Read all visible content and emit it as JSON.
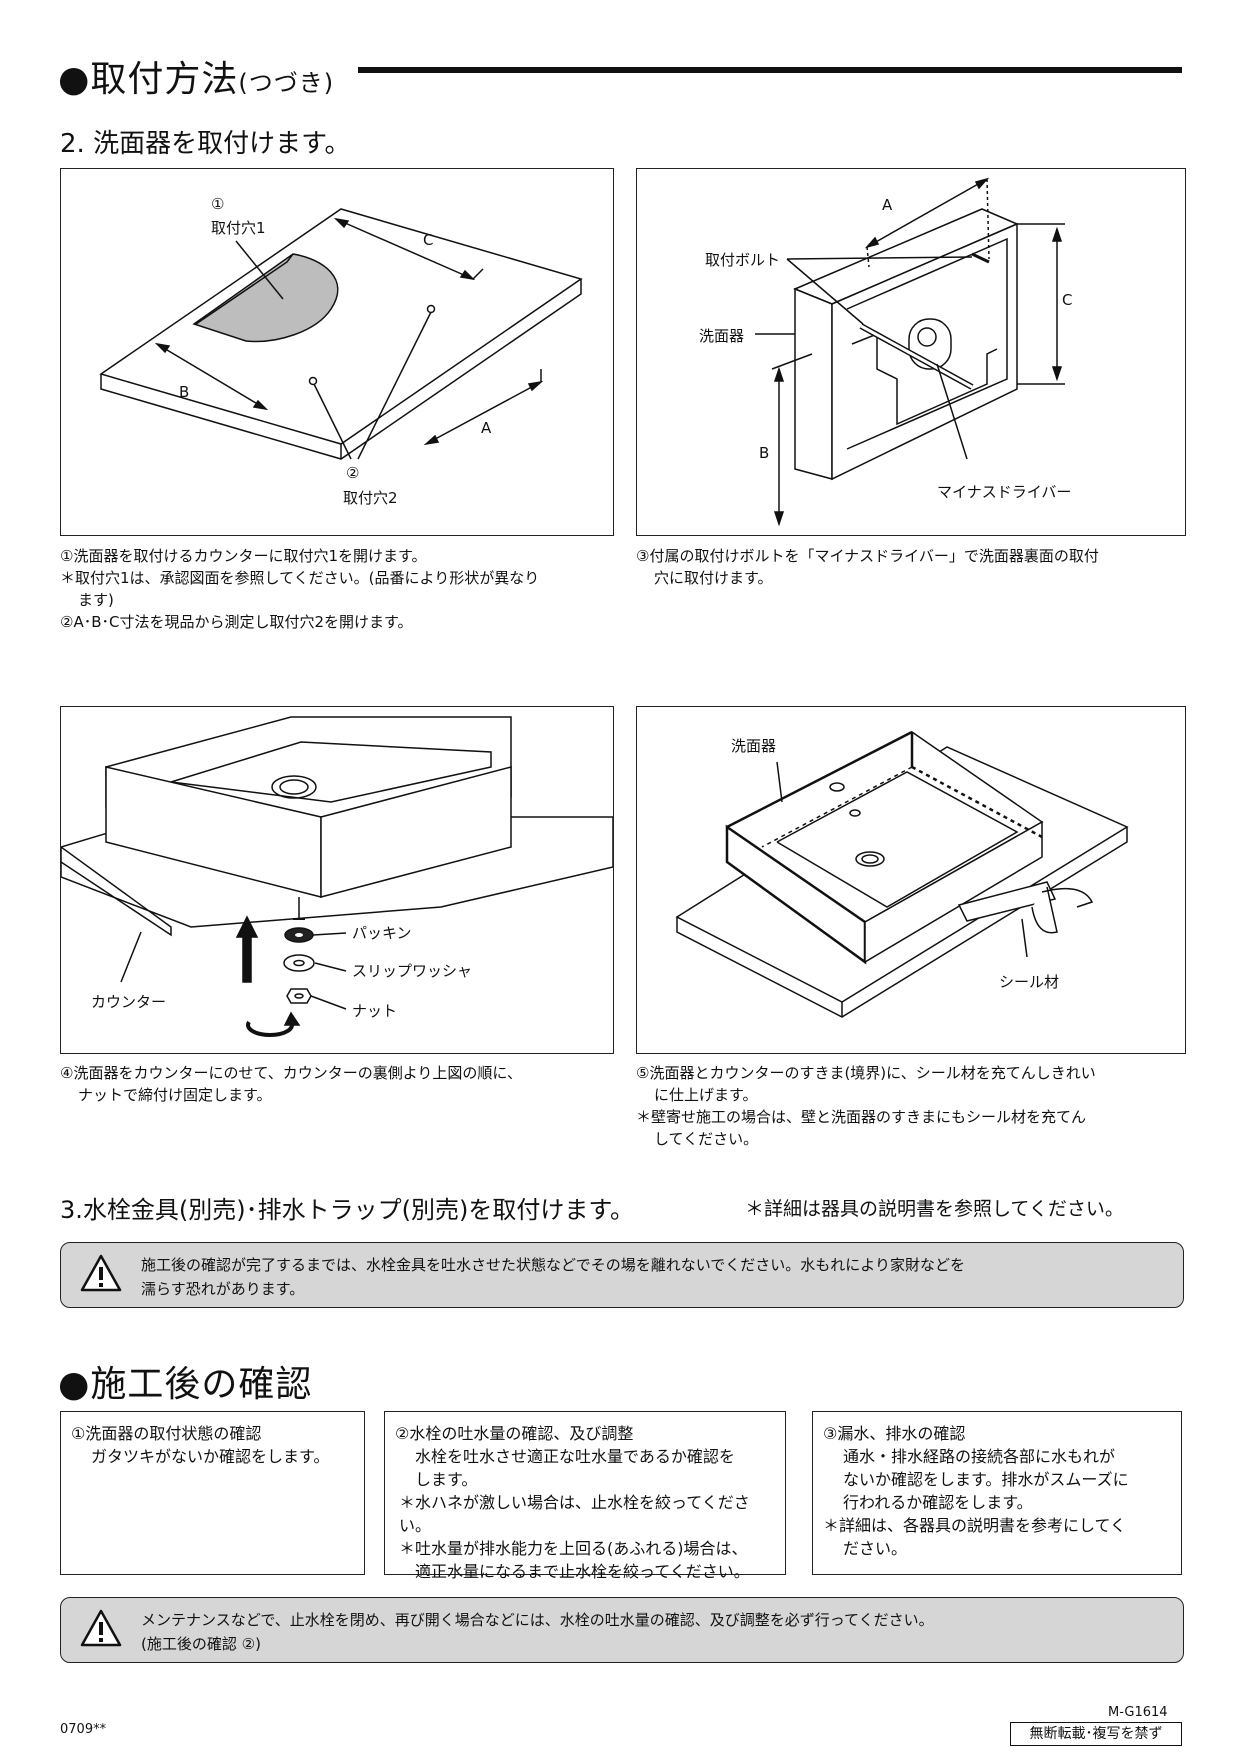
{
  "header": {
    "title_main": "●取付方法",
    "title_suffix": "(つづき)"
  },
  "step2": {
    "heading": "2. 洗面器を取付けます。",
    "fig1": {
      "hole1_num": "①",
      "hole1_label": "取付穴1",
      "hole2_num": "②",
      "hole2_label": "取付穴2",
      "dim_a": "A",
      "dim_b": "B",
      "dim_c": "C"
    },
    "fig1_caption": [
      "①洗面器を取付けるカウンターに取付穴1を開けます。",
      "＊取付穴1は、承認図面を参照してください。(品番により形状が異なり",
      "ます)",
      "②A･B･C寸法を現品から測定し取付穴2を開けます。"
    ],
    "fig2": {
      "bolt_label": "取付ボルト",
      "basin_label": "洗面器",
      "driver_label": "マイナスドライバー",
      "dim_a": "A",
      "dim_b": "B",
      "dim_c": "C"
    },
    "fig2_caption": [
      "③付属の取付けボルトを「マイナスドライバー」で洗面器裏面の取付",
      "穴に取付けます。"
    ],
    "fig3": {
      "packing_label": "パッキン",
      "washer_label": "スリップワッシャ",
      "nut_label": "ナット",
      "counter_label": "カウンター"
    },
    "fig3_caption": [
      "④洗面器をカウンターにのせて、カウンターの裏側より上図の順に、",
      "ナットで締付け固定します。"
    ],
    "fig4": {
      "basin_label": "洗面器",
      "sealant_label": "シール材"
    },
    "fig4_caption": [
      "⑤洗面器とカウンターのすきま(境界)に、シール材を充てんしきれい",
      "に仕上げます。",
      "＊壁寄せ施工の場合は、壁と洗面器のすきまにもシール材を充てん",
      "してください。"
    ]
  },
  "step3": {
    "heading": "3.水栓金具(別売)･排水トラップ(別売)を取付けます。",
    "note": "＊詳細は器具の説明書を参照してください。"
  },
  "warning1": [
    "施工後の確認が完了するまでは、水栓金具を吐水させた状態などでその場を離れないでください。水もれにより家財などを",
    "濡らす恐れがあります。"
  ],
  "after": {
    "title": "●施工後の確認",
    "box1": [
      "①洗面器の取付状態の確認",
      "ガタツキがないか確認をします。"
    ],
    "box2": [
      "②水栓の吐水量の確認、及び調整",
      "水栓を吐水させ適正な吐水量であるか確認を",
      "します。",
      "＊水ハネが激しい場合は、止水栓を絞ってください。",
      "＊吐水量が排水能力を上回る(あふれる)場合は、",
      "適正水量になるまで止水栓を絞ってください。"
    ],
    "box3": [
      "③漏水、排水の確認",
      "通水・排水経路の接続各部に水もれが",
      "ないか確認をします。排水がスムーズに",
      "行われるか確認をします。",
      "＊詳細は、各器具の説明書を参考にしてく",
      "ださい。"
    ]
  },
  "warning2": [
    "メンテナンスなどで、止水栓を閉め、再び開く場合などには、水栓の吐水量の確認、及び調整を必ず行ってください。",
    "(施工後の確認 ②)"
  ],
  "footer": {
    "code_left": "0709**",
    "model": "M-G1614",
    "copyright": "無断転載･複写を禁ず"
  }
}
